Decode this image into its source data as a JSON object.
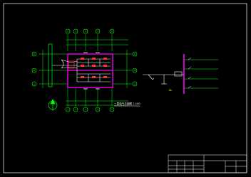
{
  "drawing": {
    "title_label": "一层电气平面图 1:100",
    "tag_label": "AL",
    "grid_numbers_top": [
      "1",
      "2",
      "3",
      "4",
      "5"
    ],
    "grid_numbers_bottom": [
      "1",
      "2",
      "3",
      "4",
      "5"
    ],
    "grid_letters_left": [
      "C",
      "B",
      "A"
    ],
    "grid_letters_right": [
      "C",
      "B",
      "A"
    ],
    "colors": {
      "background": "#000000",
      "frame": "#ffffff",
      "grid_green": "#00ff00",
      "wall_magenta": "#ff00ff",
      "wiring_white": "#ffffff",
      "bus_magenta": "#ff00ff",
      "text_yellow": "#ffff00",
      "accent_red": "#ff3030"
    }
  }
}
